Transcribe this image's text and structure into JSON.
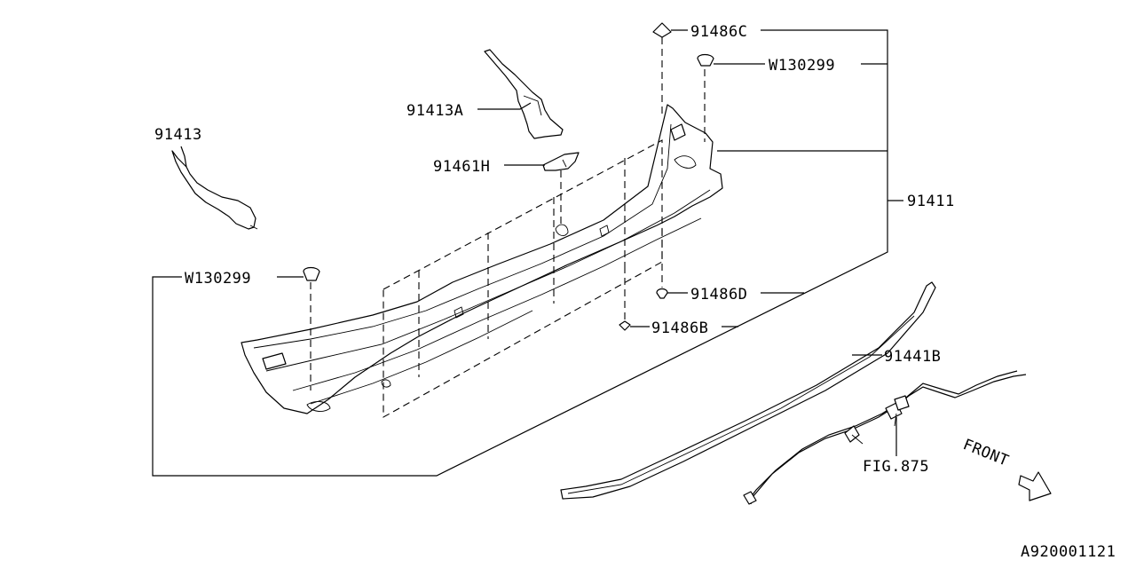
{
  "diagram": {
    "callouts": {
      "p91486c": "91486C",
      "w130299_top": "W130299",
      "p91413a": "91413A",
      "p91413": "91413",
      "p91461h": "91461H",
      "p91411": "91411",
      "w130299_left": "W130299",
      "p91486d": "91486D",
      "p91486b": "91486B",
      "p91441b": "91441B",
      "fig875": "FIG.875"
    },
    "direction_label": "FRONT",
    "diagram_code": "A920001121"
  }
}
